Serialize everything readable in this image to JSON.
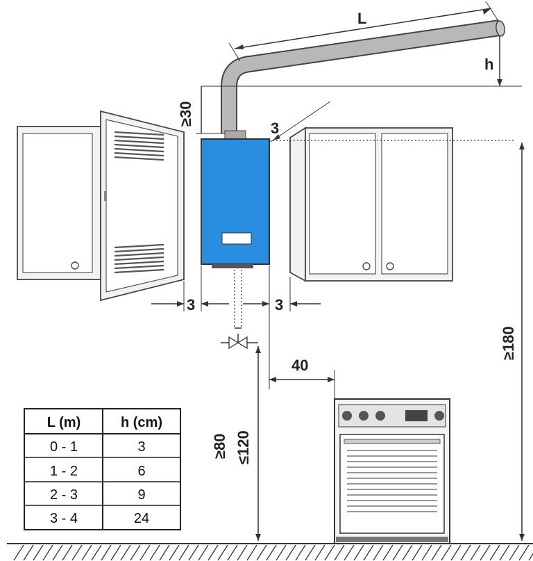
{
  "colors": {
    "heater": "#2a8ee0",
    "pipe": "#b8b8b8",
    "line": "#333333"
  },
  "labels": {
    "pipe_length": "L",
    "pipe_rise": "h",
    "above_heater": "≥30",
    "side_gap_top": "3",
    "side_gap_left": "3",
    "side_gap_right": "3",
    "stove_gap": "40",
    "floor_to_cabinet": "≥180",
    "valve_height_min": "≥80",
    "valve_height_max": "≤120"
  },
  "table": {
    "headers": [
      "L (m)",
      "h (cm)"
    ],
    "rows": [
      [
        "0 - 1",
        "3"
      ],
      [
        "1 - 2",
        "6"
      ],
      [
        "2 - 3",
        "9"
      ],
      [
        "3 - 4",
        "24"
      ]
    ]
  }
}
